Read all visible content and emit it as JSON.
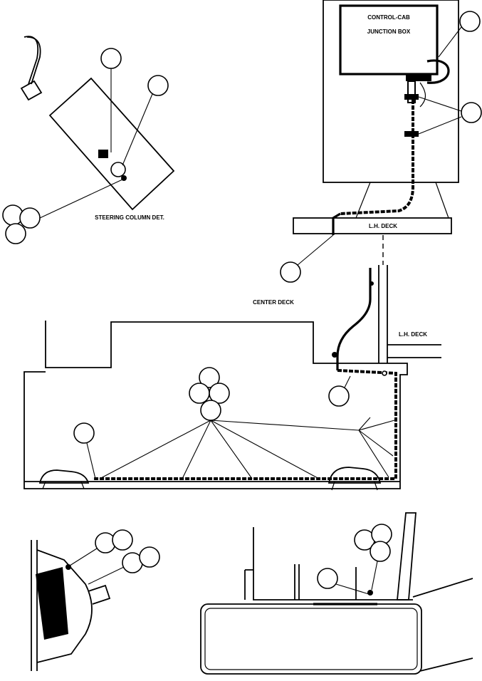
{
  "labels": {
    "junction_box_line1": "CONTROL-CAB",
    "junction_box_line2": "JUNCTION BOX",
    "lh_deck_top": "L.H. DECK",
    "steering_column": "STEERING COLUMN DET.",
    "center_deck": "CENTER DECK",
    "lh_deck_middle": "L.H. DECK"
  }
}
